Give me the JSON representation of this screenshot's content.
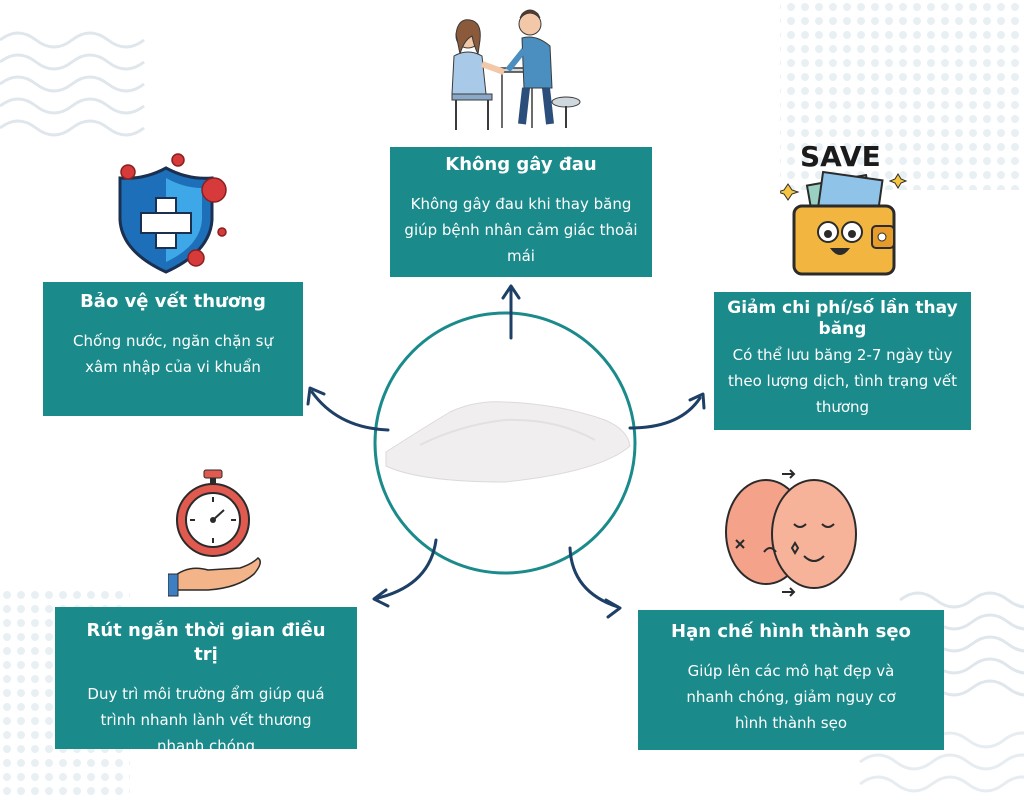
{
  "cards": {
    "pain": {
      "title": "Không gây đau",
      "body": "Không gây đau khi thay băng giúp bệnh nhân cảm giác thoải mái"
    },
    "protect": {
      "title": "Bảo vệ vết thương",
      "body": "Chống nước, ngăn chặn sự xâm nhập của vi khuẩn"
    },
    "cost": {
      "title": "Giảm chi phí/số lần thay băng",
      "body": "Có thể lưu băng 2-7 ngày tùy theo lượng dịch, tình trạng vết thương"
    },
    "time": {
      "title": "Rút ngắn thời gian điều trị",
      "body": "Duy trì môi trường ẩm giúp quá trình nhanh lành vết thương nhanh chóng"
    },
    "scar": {
      "title": "Hạn chế hình thành sẹo",
      "body": "Giúp lên các mô hạt đẹp và nhanh chóng, giảm nguy cơ hình thành sẹo"
    }
  },
  "icons": {
    "save_text": "SAVE"
  },
  "colors": {
    "teal": "#1a8a8a",
    "arrow": "#1e3f66",
    "circle": "#1a8a8a"
  }
}
